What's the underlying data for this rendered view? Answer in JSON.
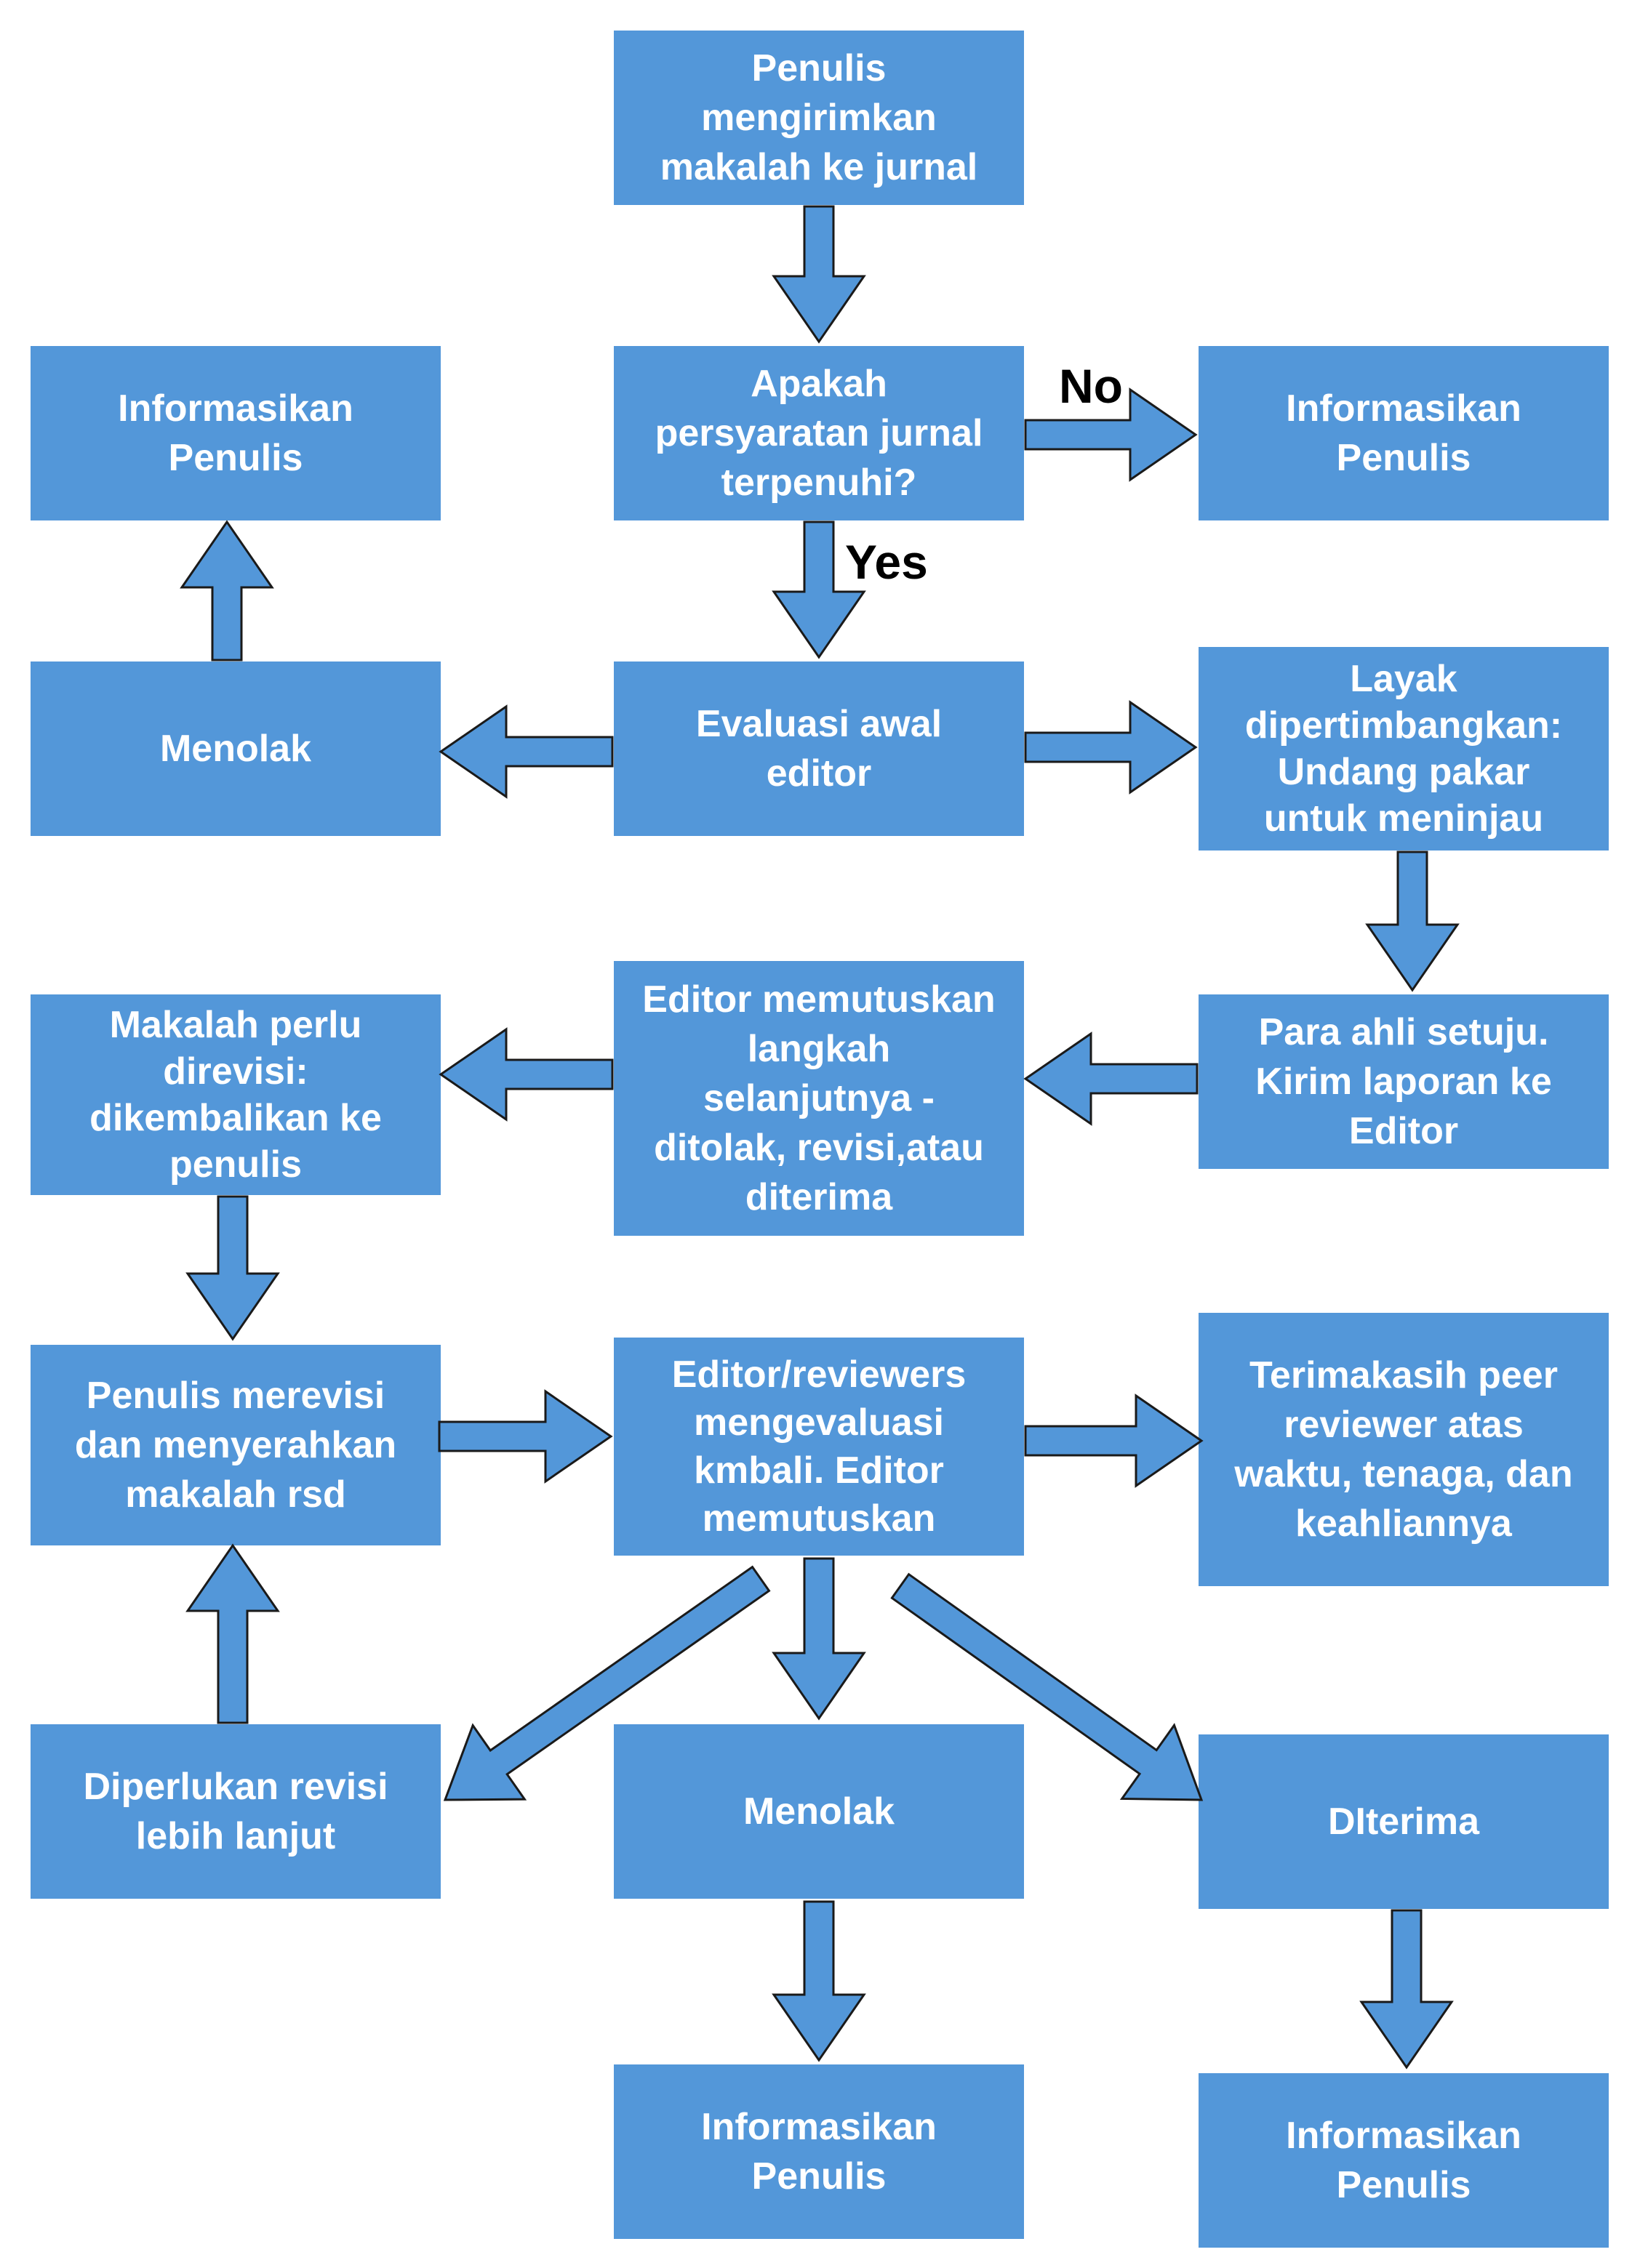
{
  "colors": {
    "box_fill": "#5397d9",
    "arrow_fill": "#5397d9",
    "arrow_stroke": "#1a1a1a",
    "text": "#ffffff",
    "label_text": "#000000"
  },
  "nodes": {
    "submit": "Penulis\nmengirimkan\nmakalah ke jurnal",
    "requirements": "Apakah\npersyaratan jurnal\nterpenuhi?",
    "inform_left_top": "Informasikan\nPenulis",
    "inform_right_top": "Informasikan\nPenulis",
    "reject_initial": "Menolak",
    "initial_eval": "Evaluasi awal\neditor",
    "invite_reviewers": "Layak\ndipertimbangkan:\nUndang pakar\nuntuk meninjau",
    "needs_revision": "Makalah perlu\ndirevisi:\ndikembalikan ke\npenulis",
    "editor_decides": "Editor memutuskan\nlangkah\nselanjutnya -\nditolak, revisi,atau\nditerima",
    "experts_agree": "Para ahli setuju.\nKirim laporan ke\nEditor",
    "author_revises": "Penulis merevisi\ndan menyerahkan\nmakalah rsd",
    "re_evaluate": "Editor/reviewers\nmengevaluasi\nkmbali. Editor\nmemutuskan",
    "thank_reviewers": "Terimakasih peer\nreviewer atas\nwaktu, tenaga, dan\nkeahliannya",
    "further_revision": "Diperlukan revisi\nlebih lanjut",
    "reject_final": "Menolak",
    "accepted": "DIterima",
    "inform_bottom_center": "Informasikan\nPenulis",
    "inform_bottom_right": "Informasikan\nPenulis"
  },
  "edge_labels": {
    "no": "No",
    "yes": "Yes"
  }
}
